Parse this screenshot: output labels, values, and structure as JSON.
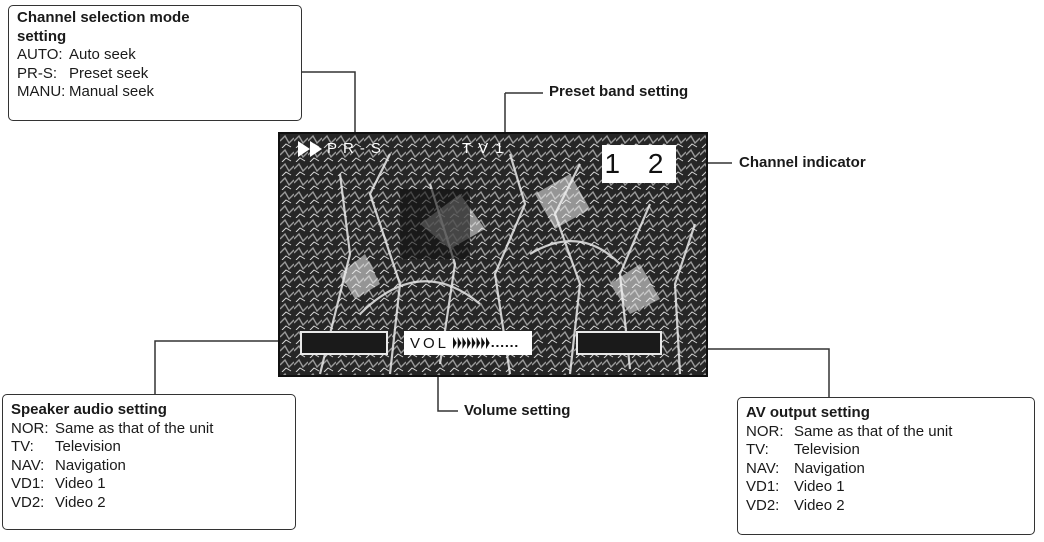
{
  "screen": {
    "mode_label": "PR-S",
    "band_label": "TV1",
    "channel_label": "1 2",
    "volume_label": "VOL",
    "volume_level": 0.55
  },
  "labels": {
    "preset_band": "Preset band setting",
    "channel_indicator": "Channel indicator",
    "volume_setting": "Volume setting"
  },
  "channel_mode_box": {
    "title_line1": "Channel selection mode",
    "title_line2": "setting",
    "rows": [
      {
        "key": "AUTO:",
        "value": "Auto seek"
      },
      {
        "key": "PR-S:",
        "value": "Preset seek"
      },
      {
        "key": "MANU:",
        "value": "Manual seek"
      }
    ]
  },
  "speaker_box": {
    "title": "Speaker audio setting",
    "rows": [
      {
        "key": "NOR:",
        "value": "Same as that of the unit"
      },
      {
        "key": "TV:",
        "value": "Television"
      },
      {
        "key": "NAV:",
        "value": "Navigation"
      },
      {
        "key": "VD1:",
        "value": "Video 1"
      },
      {
        "key": "VD2:",
        "value": "Video 2"
      }
    ]
  },
  "av_output_box": {
    "title": "AV output setting",
    "rows": [
      {
        "key": "NOR:",
        "value": "Same as that of the unit"
      },
      {
        "key": "TV:",
        "value": "Television"
      },
      {
        "key": "NAV:",
        "value": "Navigation"
      },
      {
        "key": "VD1:",
        "value": "Video 1"
      },
      {
        "key": "VD2:",
        "value": "Video 2"
      }
    ]
  },
  "colors": {
    "ink": "#1a1a1a",
    "screen_bg": "#1b1b1b",
    "osd_text": "#ffffff"
  }
}
